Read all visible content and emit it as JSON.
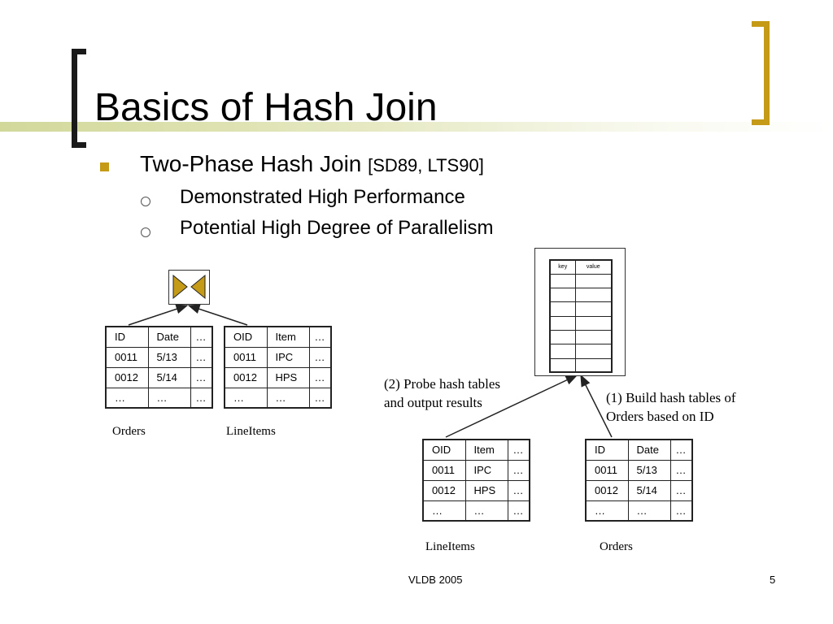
{
  "slide": {
    "title": "Basics of Hash Join",
    "bullet": {
      "text": "Two-Phase Hash Join ",
      "citation": "[SD89, LTS90]"
    },
    "sub_bullets": [
      "Demonstrated High Performance",
      "Potential High Degree of Parallelism"
    ]
  },
  "diagram": {
    "orders_table": {
      "columns": [
        "ID",
        "Date",
        "…"
      ],
      "rows": [
        [
          "0011",
          "5/13",
          "…"
        ],
        [
          "0012",
          "5/14",
          "…"
        ],
        [
          "…",
          "…",
          "…"
        ]
      ],
      "caption": "Orders"
    },
    "lineitems_table": {
      "columns": [
        "OID",
        "Item",
        "…"
      ],
      "rows": [
        [
          "0011",
          "IPC",
          "…"
        ],
        [
          "0012",
          "HPS",
          "…"
        ],
        [
          "…",
          "…",
          "…"
        ]
      ],
      "caption": "LineItems"
    },
    "hash_table": {
      "columns": [
        "key",
        "value"
      ]
    },
    "probe_label": {
      "line1": "(2) Probe hash tables",
      "line2": "and output results"
    },
    "build_label": {
      "line1": "(1) Build hash tables of",
      "line2": "Orders based on ID"
    },
    "join_icon": "bowtie-join-icon"
  },
  "footer": {
    "center": "VLDB 2005",
    "page": "5"
  },
  "colors": {
    "accent": "#c49a16",
    "band": "#d2d89a"
  }
}
